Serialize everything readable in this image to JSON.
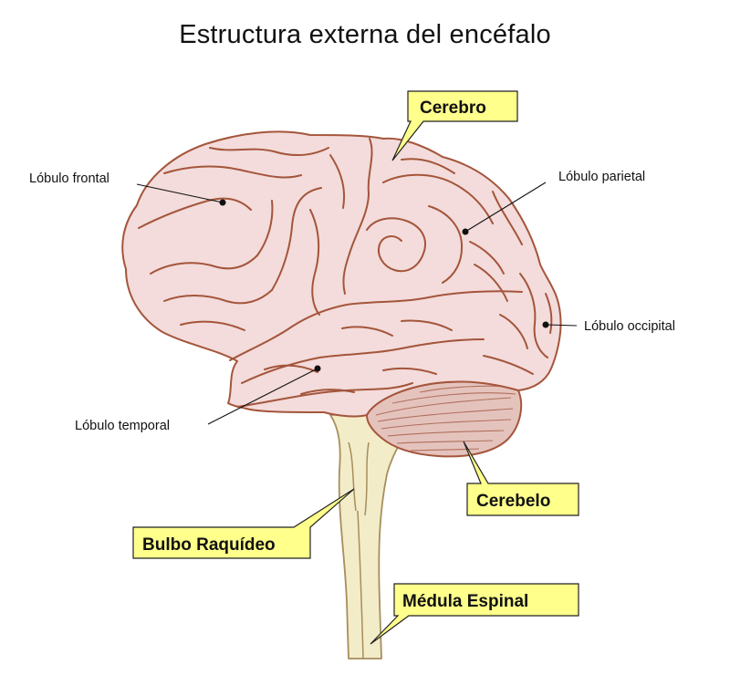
{
  "title": "Estructura externa del encéfalo",
  "labels": {
    "frontal": "Lóbulo frontal",
    "parietal": "Lóbulo parietal",
    "occipital": "Lóbulo occipital",
    "temporal": "Lóbulo temporal"
  },
  "callouts": {
    "cerebro": "Cerebro",
    "cerebelo": "Cerebelo",
    "bulbo": "Bulbo Raquídeo",
    "medula": "Médula Espinal"
  },
  "colors": {
    "brain_fill": "#f3dcdb",
    "brain_outline": "#a4553b",
    "cerebellum_fill": "#e5c3bd",
    "stem_fill": "#f3ecc9",
    "callout_fill": "#ffff8c"
  }
}
